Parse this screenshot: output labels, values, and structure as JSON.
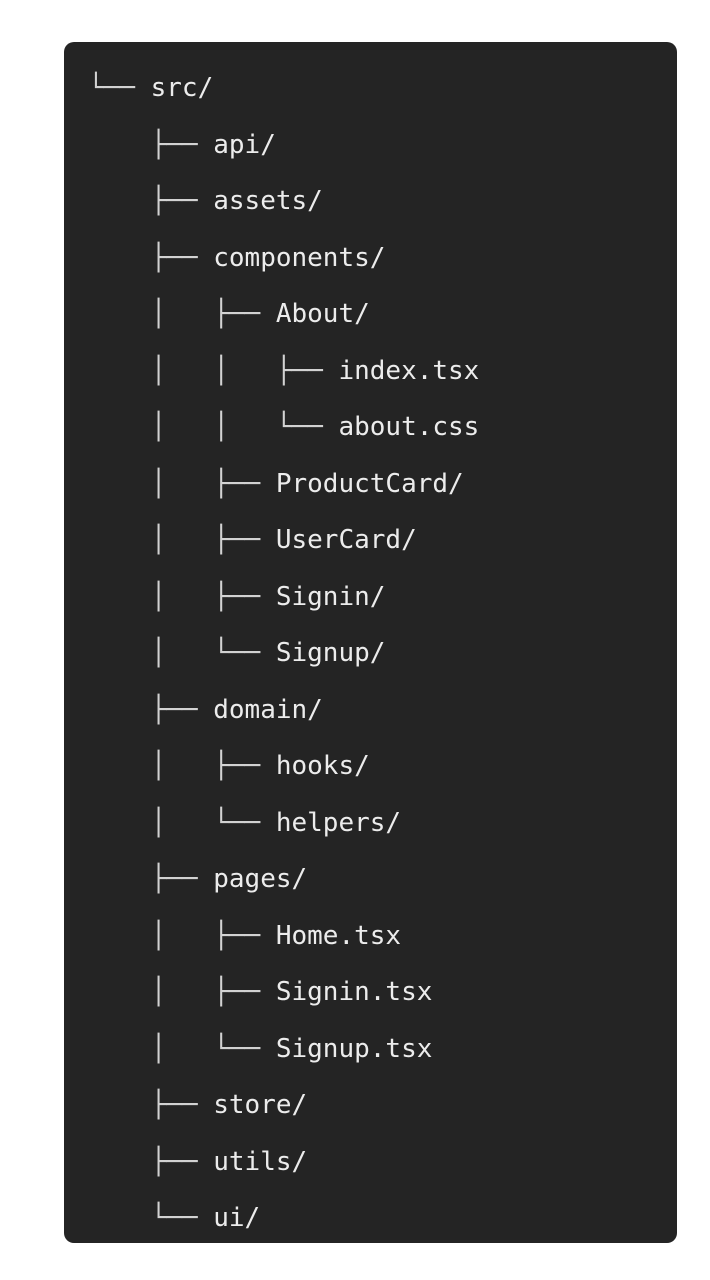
{
  "code_block": {
    "background_color": "#242424",
    "text_color": "#e6e6e6",
    "branch_color": "#d2d2d2",
    "page_background": "#ffffff",
    "language": "text",
    "root": "src/"
  },
  "tree": {
    "lines": [
      {
        "prefix": "└── ",
        "label": "src/"
      },
      {
        "prefix": "    ├── ",
        "label": "api/"
      },
      {
        "prefix": "    ├── ",
        "label": "assets/"
      },
      {
        "prefix": "    ├── ",
        "label": "components/"
      },
      {
        "prefix": "    │   ├── ",
        "label": "About/"
      },
      {
        "prefix": "    │   │   ├── ",
        "label": "index.tsx"
      },
      {
        "prefix": "    │   │   └── ",
        "label": "about.css"
      },
      {
        "prefix": "    │   ├── ",
        "label": "ProductCard/"
      },
      {
        "prefix": "    │   ├── ",
        "label": "UserCard/"
      },
      {
        "prefix": "    │   ├── ",
        "label": "Signin/"
      },
      {
        "prefix": "    │   └── ",
        "label": "Signup/"
      },
      {
        "prefix": "    ├── ",
        "label": "domain/"
      },
      {
        "prefix": "    │   ├── ",
        "label": "hooks/"
      },
      {
        "prefix": "    │   └── ",
        "label": "helpers/"
      },
      {
        "prefix": "    ├── ",
        "label": "pages/"
      },
      {
        "prefix": "    │   ├── ",
        "label": "Home.tsx"
      },
      {
        "prefix": "    │   ├── ",
        "label": "Signin.tsx"
      },
      {
        "prefix": "    │   └── ",
        "label": "Signup.tsx"
      },
      {
        "prefix": "    ├── ",
        "label": "store/"
      },
      {
        "prefix": "    ├── ",
        "label": "utils/"
      },
      {
        "prefix": "    └── ",
        "label": "ui/"
      }
    ]
  }
}
